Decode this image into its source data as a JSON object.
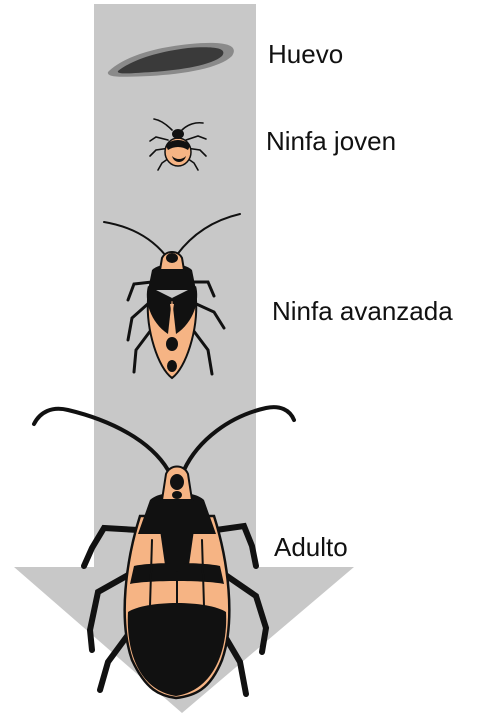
{
  "stages": [
    {
      "id": "egg",
      "label": "Huevo"
    },
    {
      "id": "young-nymph",
      "label": "Ninfa joven"
    },
    {
      "id": "late-nymph",
      "label": "Ninfa avanzada"
    },
    {
      "id": "adult",
      "label": "Adulto"
    }
  ],
  "colors": {
    "arrow": "#c8c8c8",
    "bug_black": "#111111",
    "bug_orange": "#f6b484",
    "egg_fill": "#3a3a3a",
    "egg_rim": "#8a8a8a",
    "background": "#ffffff"
  }
}
